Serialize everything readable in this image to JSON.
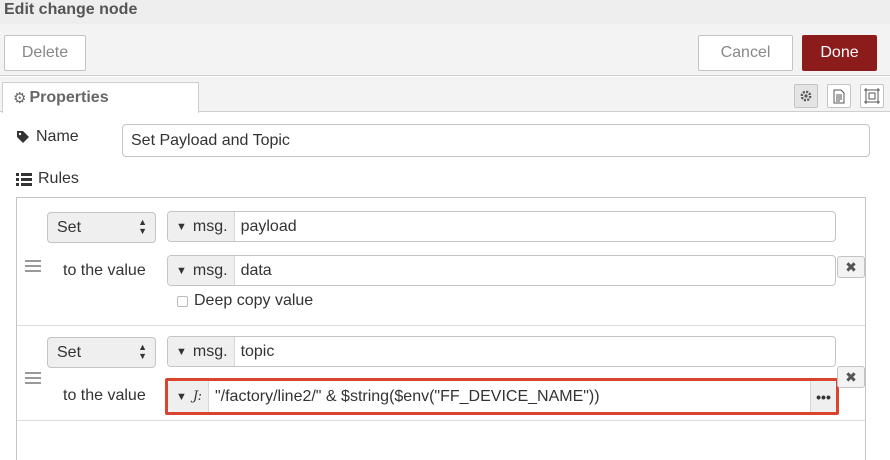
{
  "dialog": {
    "title": "Edit change node"
  },
  "buttons": {
    "delete": "Delete",
    "cancel": "Cancel",
    "done": "Done"
  },
  "tabs": {
    "properties": "Properties"
  },
  "tab_icons": [
    "gear-icon",
    "description-icon",
    "appearance-icon"
  ],
  "form": {
    "name_label": "Name",
    "name_value": "Set Payload and Topic",
    "rules_label": "Rules"
  },
  "rules": [
    {
      "action": "Set",
      "target_prefix": "msg.",
      "target_value": "payload",
      "to_label": "to the value",
      "value_prefix": "msg.",
      "value": "data",
      "deep_copy_label": "Deep copy value"
    },
    {
      "action": "Set",
      "target_prefix": "msg.",
      "target_value": "topic",
      "to_label": "to the value",
      "value_prefix": "J:",
      "value": "\"/factory/line2/\" & $string($env(\"FF_DEVICE_NAME\"))",
      "expand_label": "•••"
    }
  ],
  "colors": {
    "done_button": "#8c1c1c",
    "highlight_border": "#d9442e"
  }
}
